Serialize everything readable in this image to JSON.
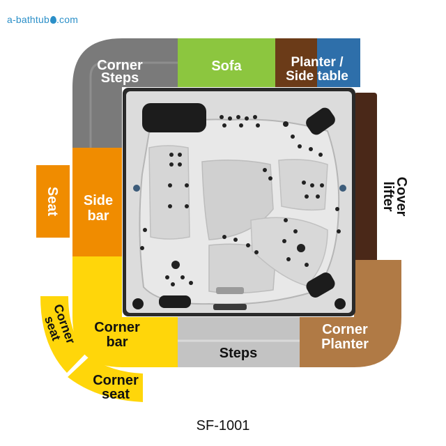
{
  "logo": {
    "text": "a-bathtub",
    "suffix": ".com"
  },
  "model": "SF-1001",
  "colors": {
    "grey": "#7a7a7a",
    "green": "#8cc63f",
    "brown_dark": "#6b3b18",
    "blue": "#2e6faa",
    "orange": "#f08c00",
    "yellow": "#ffd60a",
    "light_grey": "#c3c3c3",
    "tan": "#b07a45",
    "cover_lifter": "#4a2818",
    "shell": "#dcdcdc"
  },
  "sections": {
    "corner_steps": {
      "line1": "Corner",
      "line2": "Steps"
    },
    "sofa": {
      "line1": "Sofa"
    },
    "planter_side_table": {
      "line1": "Planter /",
      "line2": "Side table"
    },
    "cover_lifter": {
      "line1": "Cover",
      "line2": "lifter"
    },
    "seat": {
      "line1": "Seat"
    },
    "side_bar": {
      "line1": "Side",
      "line2": "bar"
    },
    "corner_seat_left": {
      "line1": "Corner",
      "line2": "seat"
    },
    "corner_bar": {
      "line1": "Corner",
      "line2": "bar"
    },
    "corner_seat_bottom": {
      "line1": "Corner",
      "line2": "seat"
    },
    "steps": {
      "line1": "Steps"
    },
    "corner_planter": {
      "line1": "Corner",
      "line2": "Planter"
    }
  }
}
